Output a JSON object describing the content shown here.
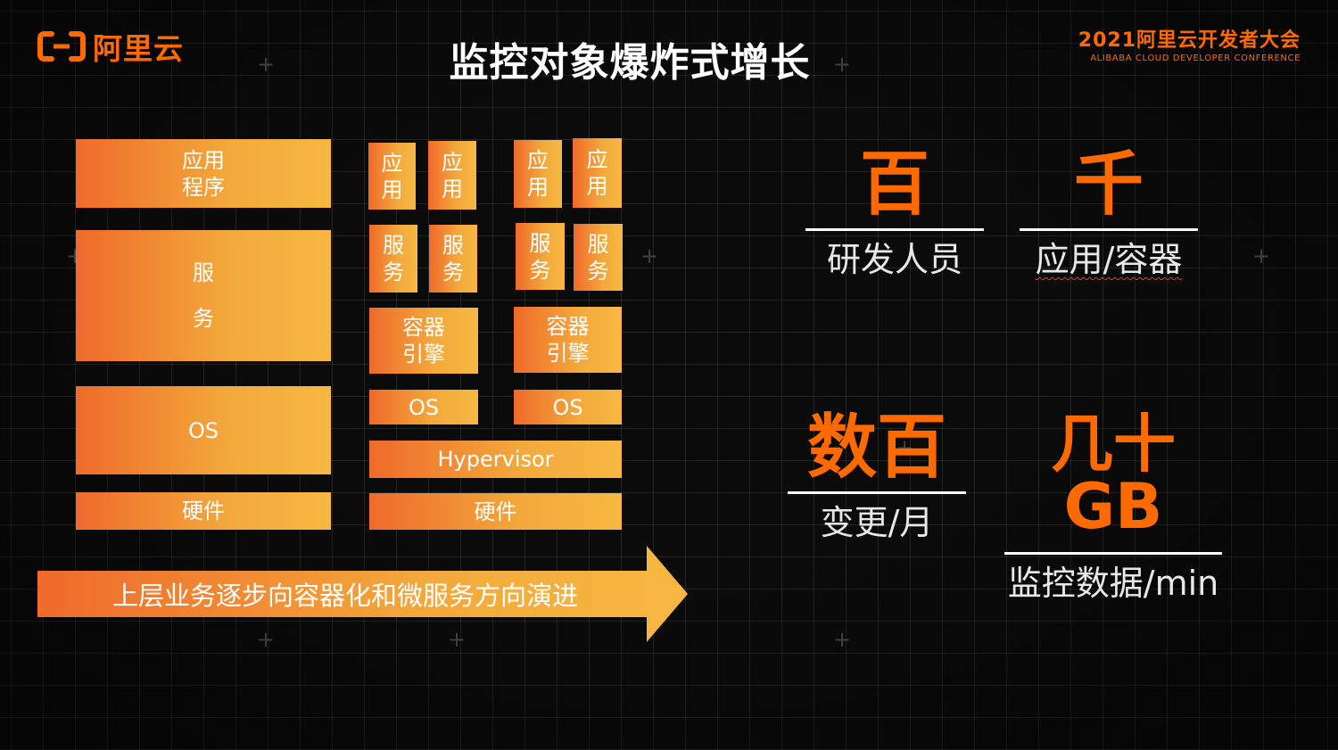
{
  "header": {
    "logo_text": "阿里云",
    "title": "监控对象爆炸式增长",
    "conference": "2021阿里云开发者大会",
    "conference_en": "ALIBABA CLOUD DEVELOPER CONFERENCE"
  },
  "stack1": {
    "app": [
      "应用",
      "程序"
    ],
    "service": [
      "服",
      "务"
    ],
    "os": "OS",
    "hardware": "硬件"
  },
  "stack2": {
    "app_cells": [
      [
        "应",
        "用"
      ],
      [
        "应",
        "用"
      ]
    ],
    "service_cells": [
      [
        "服",
        "务"
      ],
      [
        "服",
        "务"
      ]
    ],
    "engine": [
      "容器",
      "引擎"
    ],
    "os": "OS",
    "hypervisor": "Hypervisor",
    "hardware": "硬件"
  },
  "stack3": {
    "app_cells": [
      [
        "应",
        "用"
      ],
      [
        "应",
        "用"
      ]
    ],
    "service_cells": [
      [
        "服",
        "务"
      ],
      [
        "服",
        "务"
      ]
    ],
    "engine": [
      "容器",
      "引擎"
    ],
    "os": "OS"
  },
  "arrow": {
    "label": "上层业务逐步向容器化和微服务方向演进"
  },
  "stats": [
    {
      "value": "百",
      "label": "研发人员"
    },
    {
      "value": "千",
      "label": "应用/容器"
    },
    {
      "value": "数百",
      "label": "变更/月"
    },
    {
      "value": "几十GB",
      "label": "监控数据/min"
    }
  ],
  "colors": {
    "accent": "#ff6a00",
    "block_start": "#ef6a2b",
    "block_end": "#f6b842"
  }
}
